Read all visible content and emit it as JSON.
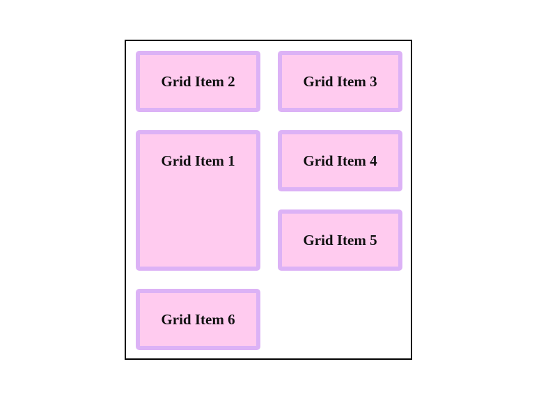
{
  "grid": {
    "items": [
      {
        "id": 1,
        "label": "Grid Item 1"
      },
      {
        "id": 2,
        "label": "Grid Item 2"
      },
      {
        "id": 3,
        "label": "Grid Item 3"
      },
      {
        "id": 4,
        "label": "Grid Item 4"
      },
      {
        "id": 5,
        "label": "Grid Item 5"
      },
      {
        "id": 6,
        "label": "Grid Item 6"
      }
    ]
  },
  "colors": {
    "item_background": "#ffcbef",
    "item_border": "#dcb2f6",
    "container_border": "#000000"
  }
}
